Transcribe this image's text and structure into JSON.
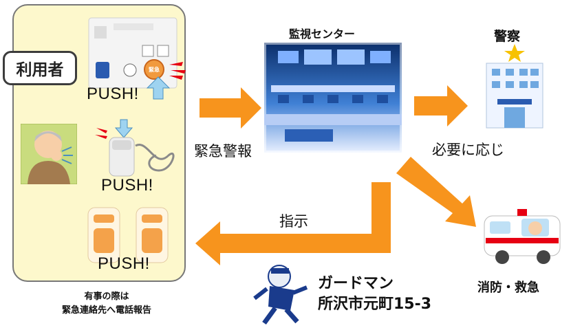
{
  "user_panel": {
    "label": "利用者",
    "push_labels": [
      "PUSH!",
      "PUSH!",
      "PUSH!"
    ],
    "device_buttons": [
      "緊急"
    ],
    "caption_lines": [
      "有事の際は",
      "緊急連絡先へ電話報告"
    ]
  },
  "monitoring_center": {
    "title": "監視センター"
  },
  "alarm_label": "緊急警報",
  "police": {
    "title": "警察"
  },
  "as_needed_label": "必要に応じ",
  "instruction_label": "指示",
  "guardman": {
    "lines": [
      "ガードマン",
      "所沢市元町15-3"
    ]
  },
  "ambulance": {
    "title": "消防・救急"
  },
  "colors": {
    "arrow": "#f7941d",
    "panel_bg": "#fdf8cc",
    "panel_border": "#777777",
    "alert_red": "#e60012",
    "light_blue": "#9ed3f0"
  }
}
